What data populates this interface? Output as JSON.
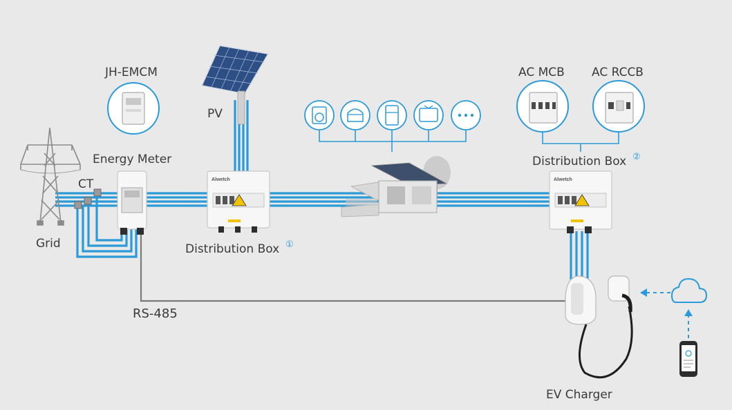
{
  "labels": {
    "jh_emcm": "JH-EMCM",
    "energy_meter": "Energy Meter",
    "ct": "CT",
    "grid": "Grid",
    "pv": "PV",
    "distribution_box_1": "Distribution Box",
    "distribution_box_1_mark": "①",
    "ac_mcb": "AC MCB",
    "ac_rccb": "AC RCCB",
    "distribution_box_2": "Distribution Box",
    "distribution_box_2_mark": "②",
    "rs485": "RS-485",
    "ev_charger": "EV Charger",
    "brand": "Alwetch"
  },
  "colors": {
    "background": "#e9e9e9",
    "power_line": "#2a9ad8",
    "signal_line": "#7a7a7a",
    "icon_ring": "#2a9ad8",
    "device_white": "#f7f7f7",
    "device_shadow": "#c8c8c8"
  },
  "icons": {
    "appliances": [
      "washing-machine-icon",
      "rice-cooker-icon",
      "refrigerator-icon",
      "television-icon",
      "more-icon"
    ]
  }
}
